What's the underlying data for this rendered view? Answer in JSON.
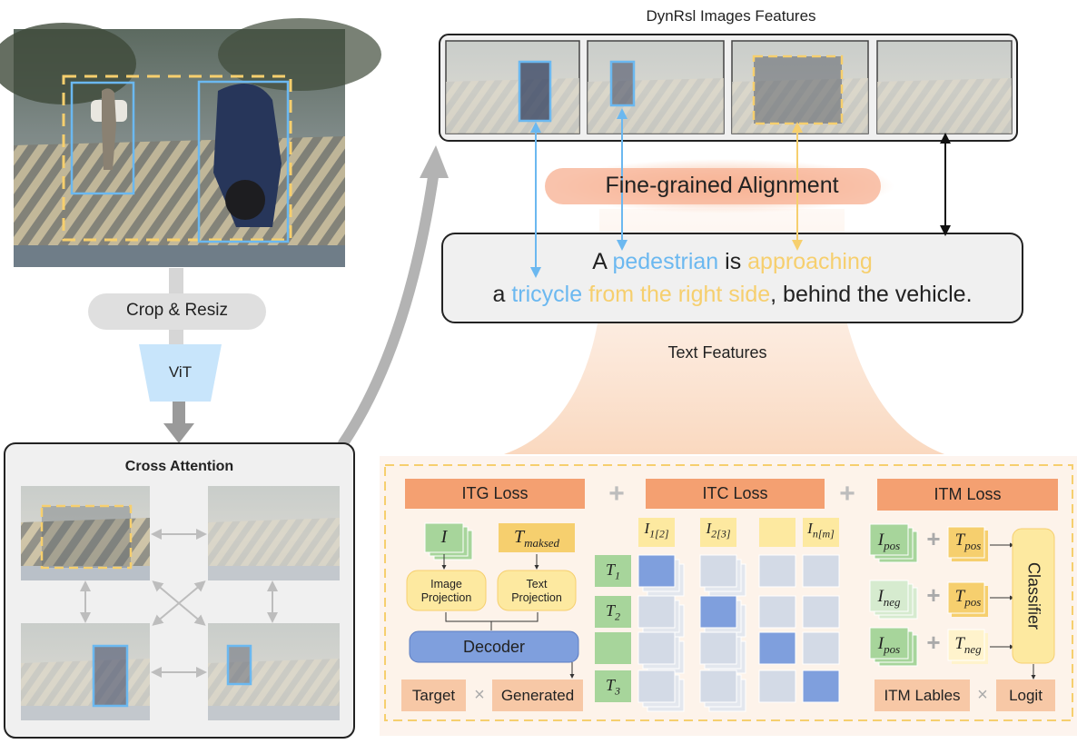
{
  "image_features": {
    "title": "DynRsl Images Features"
  },
  "alignment": {
    "label": "Fine-grained Alignment"
  },
  "caption": {
    "line1": [
      {
        "text": "A ",
        "color": "#222222"
      },
      {
        "text": "pedestrian",
        "color": "#6bb8f0"
      },
      {
        "text": " is ",
        "color": "#222222"
      },
      {
        "text": "approaching",
        "color": "#f6cf6e"
      }
    ],
    "line2": [
      {
        "text": "a ",
        "color": "#222222"
      },
      {
        "text": "tricycle",
        "color": "#6bb8f0"
      },
      {
        "text": " ",
        "color": "#222222"
      },
      {
        "text": "from the right side",
        "color": "#f6cf6e"
      },
      {
        "text": ", behind the vehicle.",
        "color": "#222222"
      }
    ]
  },
  "text_features": {
    "label": "Text Features"
  },
  "crop": {
    "label": "Crop & Resiz"
  },
  "vit": {
    "label": "ViT"
  },
  "cross_attention": {
    "title": "Cross Attention"
  },
  "losses": {
    "itg": "ITG Loss",
    "itc": "ITC Loss",
    "itm": "ITM Loss",
    "plus": "+"
  },
  "itg": {
    "i_label": "I",
    "t_label": "T",
    "t_sub": "maksed",
    "image_projection": [
      "Image",
      "Projection"
    ],
    "text_projection": [
      "Text",
      "Projection"
    ],
    "decoder": "Decoder",
    "target": "Target",
    "times": "×",
    "generated": "Generated"
  },
  "itc": {
    "columns": [
      {
        "base": "I",
        "sub": "1[2]"
      },
      {
        "base": "I",
        "sub": "2[3]"
      },
      {
        "base": "",
        "sub": ""
      },
      {
        "base": "I",
        "sub": "n[m]"
      }
    ],
    "rows": [
      {
        "base": "T",
        "sub": "1"
      },
      {
        "base": "T",
        "sub": "2"
      },
      {
        "base": "",
        "sub": ""
      },
      {
        "base": "T",
        "sub": "3"
      }
    ]
  },
  "itm": {
    "pairs": [
      {
        "i_sub": "pos",
        "t_sub": "pos"
      },
      {
        "i_sub": "neg",
        "t_sub": "pos"
      },
      {
        "i_sub": "pos",
        "t_sub": "neg"
      }
    ],
    "i_base": "I",
    "t_base": "T",
    "classifier": "Classifier",
    "labels": "ITM Lables",
    "times": "×",
    "logit": "Logit"
  },
  "colors": {
    "blue": "#6bb8f0",
    "yellow": "#f6cf6e",
    "orange": "#f4a071",
    "dark_blue": "#7f9fdd",
    "light_cell": "#d3dae6",
    "green": "#a7d59b",
    "light_yellow": "#fde9a0",
    "peach": "#f7c8a6"
  }
}
